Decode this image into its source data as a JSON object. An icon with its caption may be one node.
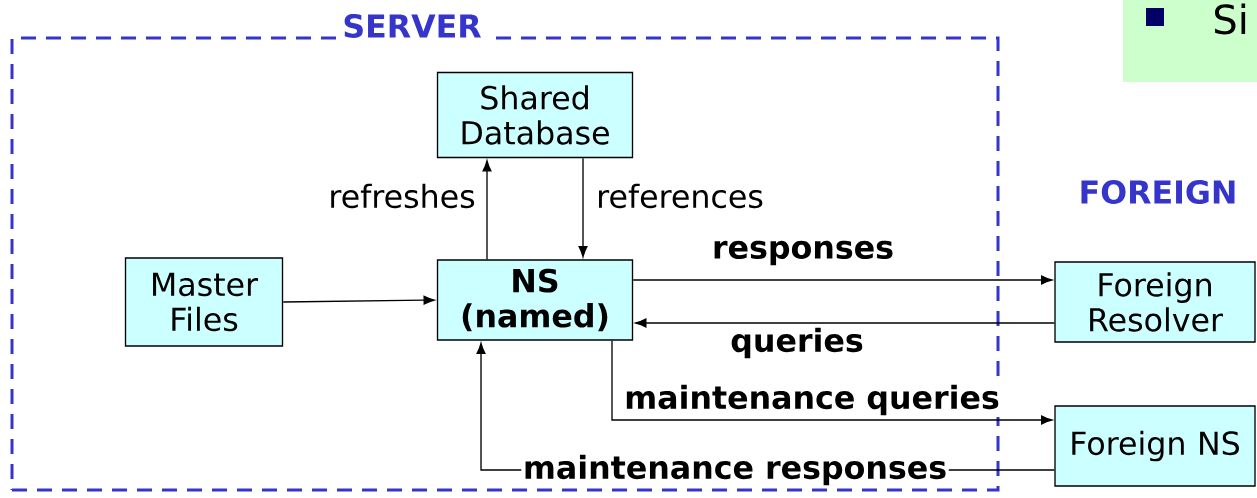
{
  "diagram": {
    "nodes": [
      {
        "text": [
          "SERVER"
        ]
      },
      {
        "text": [
          "Shared Database"
        ],
        "in": 0
      },
      {
        "text": [
          "Master Files"
        ],
        "in": 0
      },
      {
        "text": [
          "NS (named)"
        ],
        "in": 0
      },
      {
        "text": [
          "Foreign Resolver"
        ]
      },
      {
        "text": [
          "Foreign NS"
        ]
      },
      {
        "text": [
          "Si"
        ]
      }
    ],
    "edges": [
      {
        "from": 2,
        "to": 3,
        "arrow": "to"
      },
      {
        "from": 3,
        "to": 1,
        "arrow": "to",
        "label": "refreshes"
      },
      {
        "from": 1,
        "to": 3,
        "arrow": "to",
        "label": "references"
      },
      {
        "from": 3,
        "to": 4,
        "arrow": "to",
        "label": "responses"
      },
      {
        "from": 4,
        "to": 3,
        "arrow": "to",
        "label": "queries"
      },
      {
        "from": 3,
        "to": 5,
        "arrow": "to",
        "label": "maintenance queries"
      },
      {
        "from": 5,
        "to": 3,
        "arrow": "to",
        "label": "maintenance responses"
      }
    ],
    "labels": [
      "FOREIGN"
    ]
  }
}
